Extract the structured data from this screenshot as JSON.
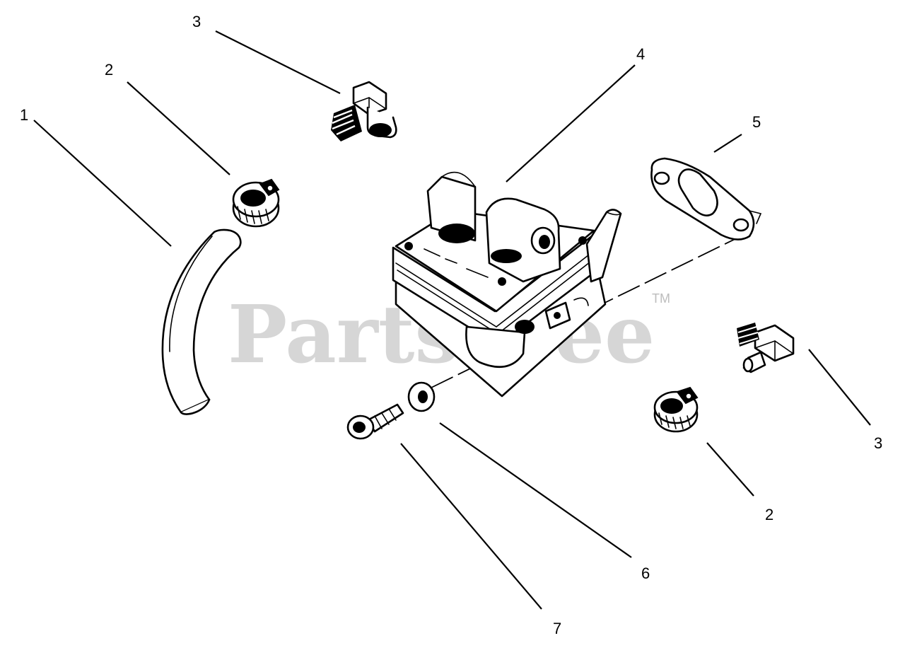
{
  "watermark": {
    "text": "PartsTree",
    "trademark": "TM"
  },
  "callouts": [
    {
      "id": "c1",
      "label": "1"
    },
    {
      "id": "c2a",
      "label": "2"
    },
    {
      "id": "c3a",
      "label": "3"
    },
    {
      "id": "c4",
      "label": "4"
    },
    {
      "id": "c5",
      "label": "5"
    },
    {
      "id": "c3b",
      "label": "3"
    },
    {
      "id": "c2b",
      "label": "2"
    },
    {
      "id": "c6",
      "label": "6"
    },
    {
      "id": "c7",
      "label": "7"
    }
  ],
  "colors": {
    "ink": "#000000",
    "watermark": "#cfcfcf",
    "background": "#ffffff"
  }
}
